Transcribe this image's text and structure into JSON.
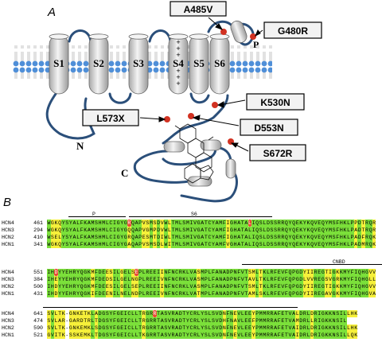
{
  "panel_a": {
    "label": "A",
    "segments": [
      "S1",
      "S2",
      "S3",
      "S4",
      "S5",
      "S6"
    ],
    "s4_charges": "+",
    "pore_label": "P",
    "n_term": "N",
    "c_term": "C",
    "mutations": [
      {
        "name": "A485V"
      },
      {
        "name": "G480R"
      },
      {
        "name": "K530N"
      },
      {
        "name": "L573X"
      },
      {
        "name": "D553N"
      },
      {
        "name": "S672R"
      }
    ],
    "colors": {
      "membrane_head": "#4f8fd8",
      "backbone": "#2b4f7a",
      "helix": "#e6e6e6",
      "mutation": "#d23222",
      "box_border": "#000000",
      "box_fill": "#f2f2f2"
    }
  },
  "panel_b": {
    "label": "B",
    "regions": [
      {
        "name": "P"
      },
      {
        "name": "S6"
      },
      {
        "name": "CNBD"
      }
    ],
    "blocks": [
      {
        "rows": [
          {
            "name": "HCN4",
            "start": "461",
            "seq": "WGKQYSYALFKAMSHMLCIGYGRQAPVSMSDVWLTMLSMIVGATCYAMFIGHATALIQSLDSSRRQYQEKYKQVEQYMSFHKLPPDTRQR"
          },
          {
            "name": "HCN3",
            "start": "294",
            "seq": "WGKQYSYALFKAMSHMLCIGYGQQAPVGMPDVWLTMLSMIVGATCYAMFIGHATALIQSLDSSRRQYQEKYKQVEQYMSFHKLPADTRQR"
          },
          {
            "name": "HCN2",
            "start": "410",
            "seq": "WSELYSYALFKAMSHMLCIGYGRQAPESMTDIWLTMLSMIVGATCYAMFIGHATALIQSLDSSRRQYQEKYKQVEQYMSFHKLPADFRQK"
          },
          {
            "name": "HCN1",
            "start": "341",
            "seq": "WGKQYSYALFKAMSHMLCIGYGAQAPVSMSDLWITMLSMIVGATCYAMFVGHATALIQSLDSSRRQYQEKYKQVEQYMSFHKLPADMRQK"
          }
        ]
      },
      {
        "rows": [
          {
            "name": "HCN4",
            "start": "551",
            "seq": "IHDYYEHRYQGKMFDEESILGELSEPLREEIINFNCRKLVASMPLFANADPNFVTSMLTKLRFEVFQPGDYIIREGTIGKKMYFIQHGVV"
          },
          {
            "name": "HCN3",
            "start": "384",
            "seq": "IHEYYEHRYQGKMFDEDSILGELNGPLREEIVNFNCRKLVASMPLFANADPNFVTAVLTKLRFEVFQPGDLVVREGSVGRKMYFIQHGLL"
          },
          {
            "name": "HCN2",
            "start": "500",
            "seq": "IHDYYEHRYQGKMFDEESILGELSEPLREEIINFNCRKLVASMPLFANADPNFVTSMLTKLRFEVFQPGDYIIREGTIGKKMYFIQHGVV"
          },
          {
            "name": "HCN1",
            "start": "431",
            "seq": "IHDYYEHRYQGKIFDEENILNELNDPLREEIVNFNCRKLVATMPLFANADPNFVTAMLSKLRFEVFQPGDYIIREGAVGKKMYFIQHGVA"
          }
        ]
      },
      {
        "rows": [
          {
            "name": "HCN4",
            "start": "641",
            "seq": "SVLTK-GNKETKLADGSYFGEICLLTRGRRTASVRADTYCRLYSLSVDNFNEVLEEYPMMRRAFETVALDRLDRIGKKNSILLHK"
          },
          {
            "name": "HCN3",
            "start": "474",
            "seq": "SVLAR-GARDTRLTDGSYFGEICLLTRGRRTASVRADTYCRLYSLSVDHFNAVLEEFPMMRRAFETVAMDRLLRIGKKNSIL"
          },
          {
            "name": "HCN2",
            "start": "590",
            "seq": "SVLTK-GNKEMKLSDGSYFGEICLLTRGRRTASVRADTYCRLYSLSVDNFNEVLEEYPMMRRAFETVAIDRLDRIGKKNSILLHK"
          },
          {
            "name": "HCN1",
            "start": "521",
            "seq": "GVITK-SSKEMKLTDGSYFGEICLLTKGRRTASVRADTYCRLYSLSVDNFNEVLEEYPMMRRAFETVAIDRLDRIGKKNSILLQK"
          }
        ]
      }
    ]
  }
}
